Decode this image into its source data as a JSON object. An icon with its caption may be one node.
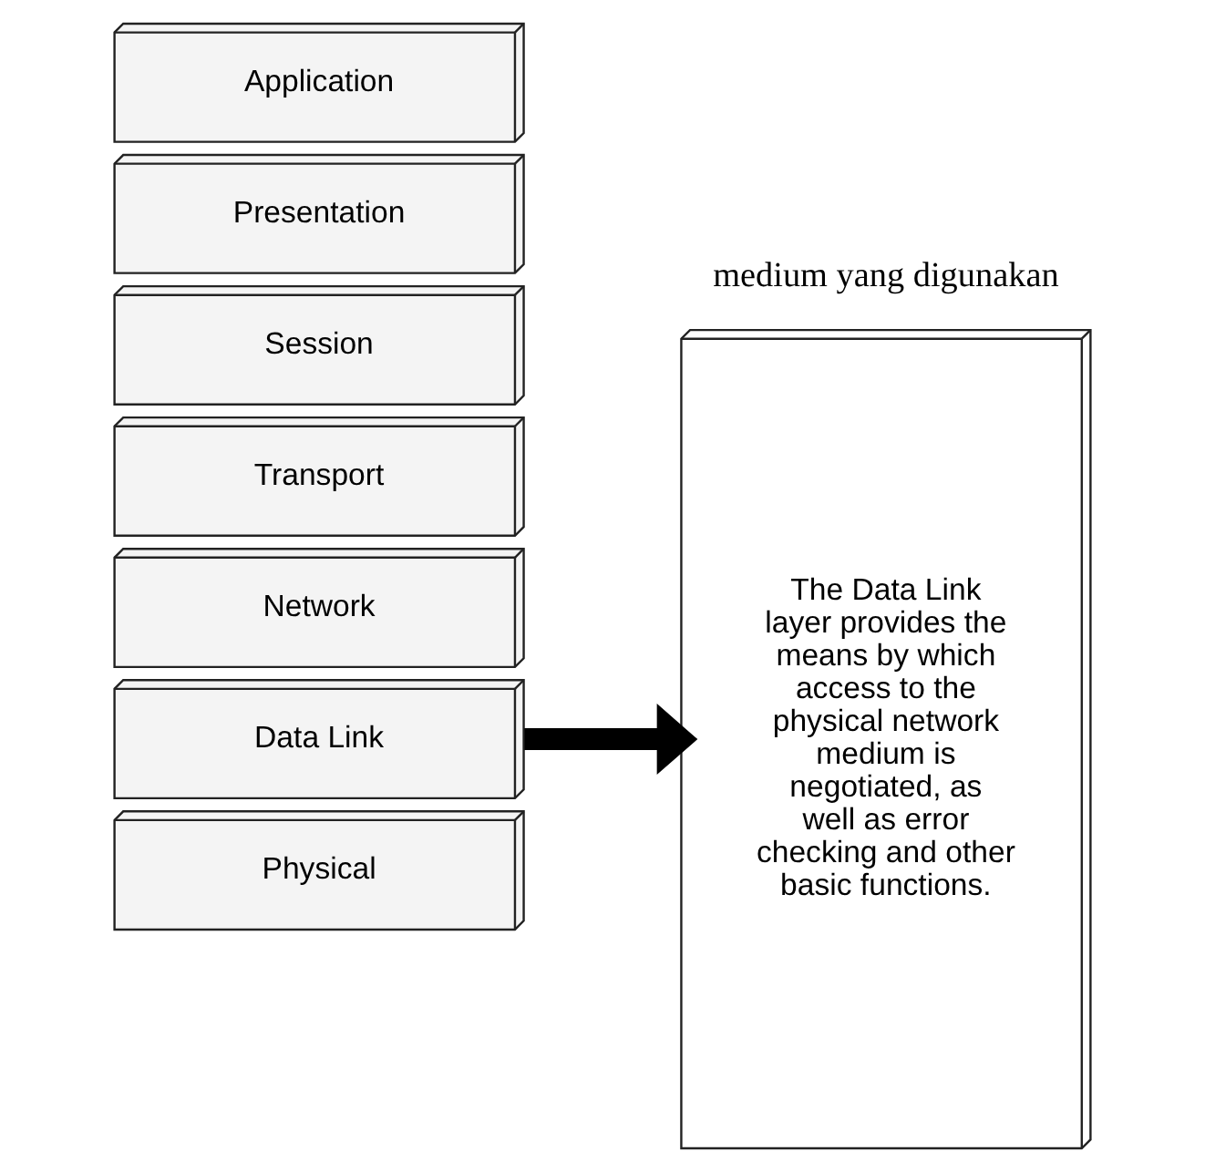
{
  "diagram": {
    "nodes": [
      {
        "text": [
          "Application"
        ]
      },
      {
        "text": [
          "Presentation"
        ]
      },
      {
        "text": [
          "Session"
        ]
      },
      {
        "text": [
          "Transport"
        ]
      },
      {
        "text": [
          "Network"
        ]
      },
      {
        "text": [
          "Data Link"
        ]
      },
      {
        "text": [
          "Physical"
        ]
      },
      {
        "text": [
          "The Data Link layer provides the means by which access to the physical network medium is negotiated, as well as error checking and other basic functions."
        ]
      }
    ],
    "edges": [
      {
        "from": 5,
        "to": 7,
        "arrow": "to"
      }
    ],
    "labels": [
      "medium yang digunakan"
    ]
  }
}
